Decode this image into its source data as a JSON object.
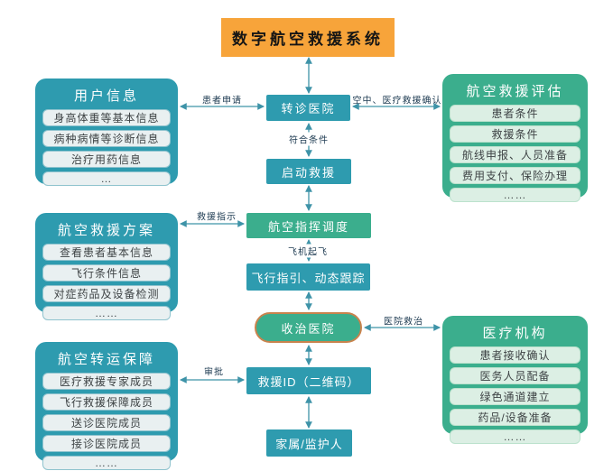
{
  "title": "数字航空救援系统",
  "left_panels": [
    {
      "header": "用户信息",
      "items": [
        "身高体重等基本信息",
        "病种病情等诊断信息",
        "治疗用药信息",
        "…"
      ]
    },
    {
      "header": "航空救援方案",
      "items": [
        "查看患者基本信息",
        "飞行条件信息",
        "对症药品及设备检测",
        "……"
      ]
    },
    {
      "header": "航空转运保障",
      "items": [
        "医疗救援专家成员",
        "飞行救援保障成员",
        "送诊医院成员",
        "接诊医院成员",
        "……"
      ]
    }
  ],
  "right_panels": [
    {
      "header": "航空救援评估",
      "items": [
        "患者条件",
        "救援条件",
        "航线申报、人员准备",
        "费用支付、保险办理",
        "……"
      ]
    },
    {
      "header": "医疗机构",
      "items": [
        "患者接收确认",
        "医务人员配备",
        "绿色通道建立",
        "药品/设备准备",
        "……"
      ]
    }
  ],
  "flow_nodes": {
    "referral_hospital": "转诊医院",
    "start_rescue": "启动救援",
    "aviation_dispatch": "航空指挥调度",
    "flight_guidance": "飞行指引、动态跟踪",
    "admitting_hospital": "收治医院",
    "rescue_id": "救援ID（二维码）",
    "family_guardian": "家属/监护人"
  },
  "edge_labels": {
    "patient_apply": "患者申请",
    "air_medical_confirm": "空中、医疗救援确认",
    "meets_conditions": "符合条件",
    "rescue_instruction": "救援指示",
    "aircraft_takeoff": "飞机起飞",
    "hospital_treatment": "医院救治",
    "approval": "审批"
  },
  "colors": {
    "teal": "#2E9BAF",
    "green": "#3BAE8D",
    "title_orange": "#F7A43A",
    "stadium_border": "#C9834D",
    "arrow": "#3E93A8",
    "teal_item_fill": "#E9F0F1",
    "green_item_fill": "#DCEFE4",
    "edge_label_text": "#1E3B52"
  }
}
